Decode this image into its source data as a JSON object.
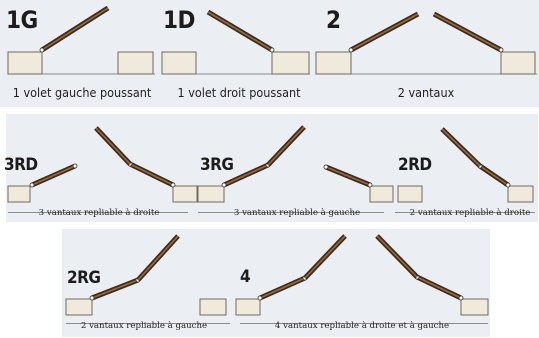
{
  "panels": [
    {
      "code": "1G",
      "caption": "1 volet gauche poussant"
    },
    {
      "code": "1D",
      "caption": "1 volet droit poussant"
    },
    {
      "code": "2",
      "caption": "2 vantaux"
    },
    {
      "code": "3RD",
      "caption": "3 vantaux repliable à droite"
    },
    {
      "code": "3RG",
      "caption": "3 vantaux repliable à gauche"
    },
    {
      "code": "2RD",
      "caption": "2 vantaux repliable à droite"
    },
    {
      "code": "2RG",
      "caption": "2 vantaux repliable à gauche"
    },
    {
      "code": "4",
      "caption": "4 vantaux repliable à droite et à gauche"
    }
  ],
  "colors": {
    "background": "#ebeef2",
    "wall_fill": "#f0eadc",
    "wall_stroke": "#6f6a60",
    "leaf_outer": "#3a2a20",
    "leaf_inner": "#9a6a3a",
    "hinge": "#ffffff"
  }
}
